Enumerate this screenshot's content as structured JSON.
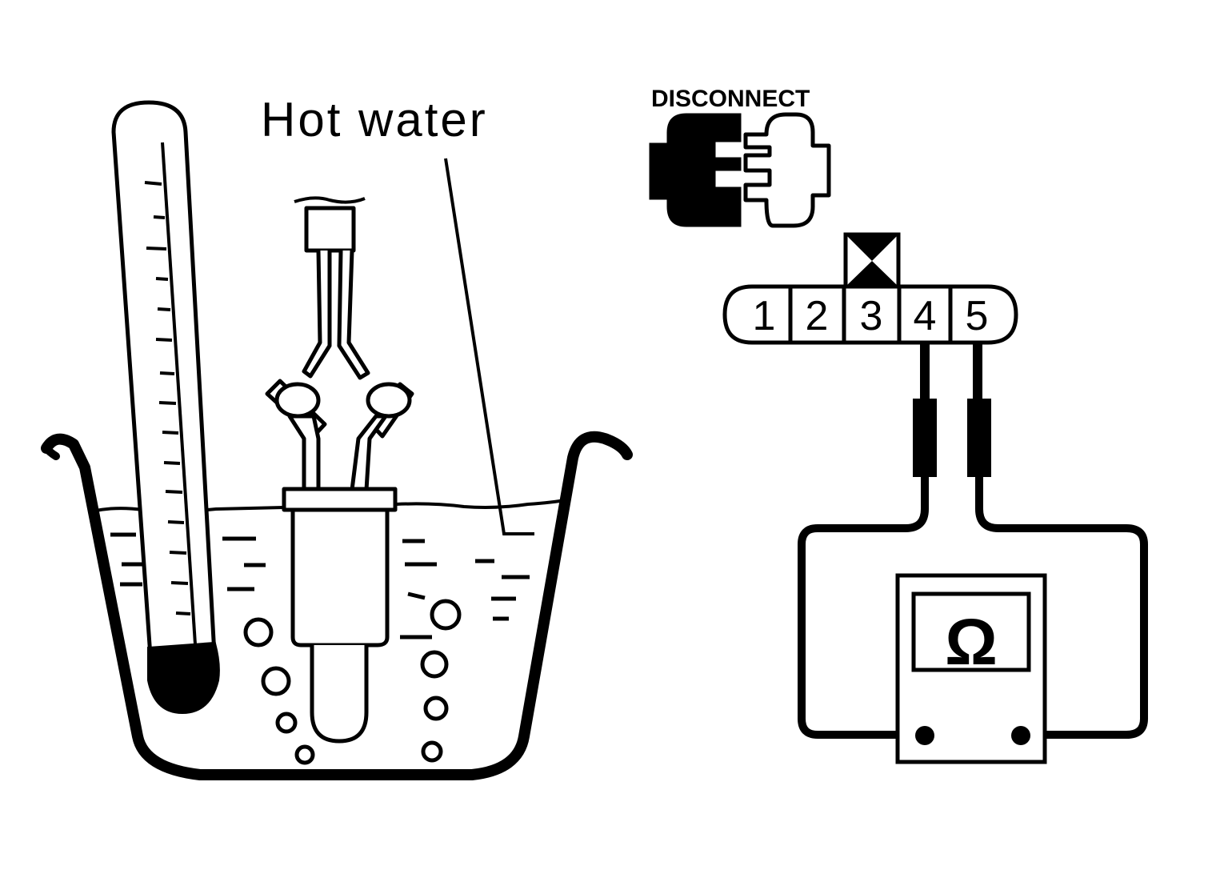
{
  "labels": {
    "hot_water": "Hot water",
    "disconnect": "DISCONNECT",
    "ohm_symbol": "Ω"
  },
  "connector": {
    "pins": [
      "1",
      "2",
      "3",
      "4",
      "5"
    ],
    "blocked_pin": "3",
    "probed_pins": [
      "4",
      "5"
    ]
  },
  "icons": {
    "thermometer": "thermometer-icon",
    "sensor": "temperature-sensor-icon",
    "connector_disconnect": "connector-disconnect-icon",
    "ohmmeter": "ohmmeter-icon"
  },
  "colors": {
    "ink": "#000000",
    "paper": "#ffffff"
  }
}
